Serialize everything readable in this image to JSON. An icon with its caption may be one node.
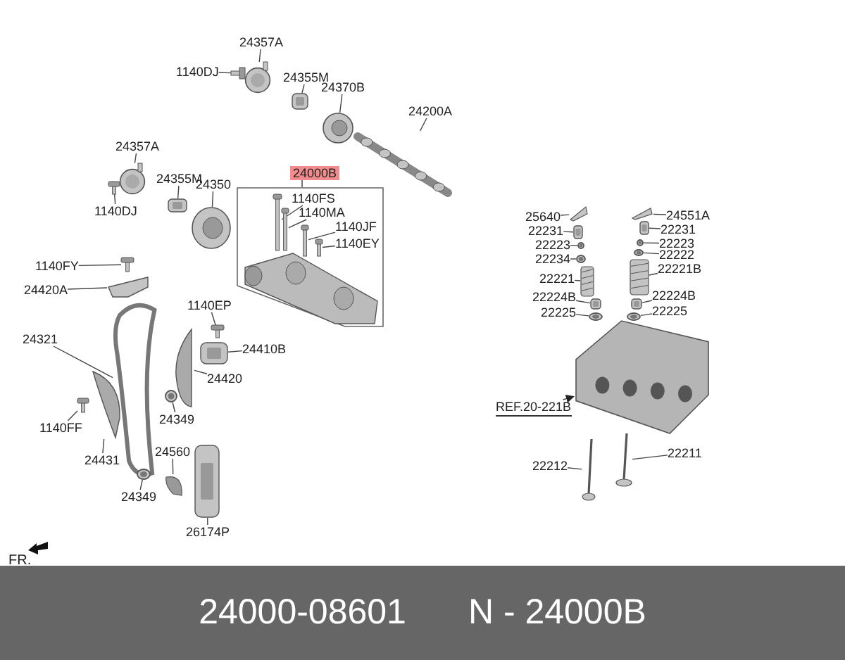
{
  "diagram": {
    "nodes": [
      {
        "text": [
          "24357A"
        ]
      },
      {
        "text": [],
        "shape": "picture"
      },
      {
        "text": [
          "1140DJ"
        ]
      },
      {
        "text": [],
        "shape": "picture"
      },
      {
        "text": [
          "24355M"
        ]
      },
      {
        "text": [],
        "shape": "box"
      },
      {
        "text": [
          "24370B"
        ]
      },
      {
        "text": [],
        "shape": "picture"
      },
      {
        "text": [
          "24200A"
        ]
      },
      {
        "text": [],
        "shape": "picture"
      },
      {
        "text": [
          "24357A"
        ]
      },
      {
        "text": [],
        "shape": "picture"
      },
      {
        "text": [
          "1140DJ"
        ]
      },
      {
        "text": [],
        "shape": "picture"
      },
      {
        "text": [
          "24355M"
        ]
      },
      {
        "text": [],
        "shape": "box"
      },
      {
        "text": [
          "24350"
        ]
      },
      {
        "text": [],
        "shape": "picture"
      },
      {
        "text": [
          "24000B"
        ]
      },
      {
        "text": [
          "1140FS"
        ],
        "in": 18
      },
      {
        "text": [],
        "shape": "picture",
        "in": 18
      },
      {
        "text": [
          "1140MA"
        ],
        "in": 18
      },
      {
        "text": [],
        "shape": "picture",
        "in": 18
      },
      {
        "text": [
          "1140JF"
        ],
        "in": 18
      },
      {
        "text": [],
        "shape": "picture",
        "in": 18
      },
      {
        "text": [
          "1140EY"
        ],
        "in": 18
      },
      {
        "text": [],
        "shape": "picture",
        "in": 18
      },
      {
        "text": [
          "1140FY"
        ]
      },
      {
        "text": [],
        "shape": "picture"
      },
      {
        "text": [
          "24420A"
        ]
      },
      {
        "text": [],
        "shape": "picture"
      },
      {
        "text": [
          "24321"
        ]
      },
      {
        "text": [],
        "shape": "picture"
      },
      {
        "text": [
          "1140EP"
        ]
      },
      {
        "text": [],
        "shape": "picture"
      },
      {
        "text": [
          "24410B"
        ]
      },
      {
        "text": [],
        "shape": "box"
      },
      {
        "text": [
          "24420"
        ]
      },
      {
        "text": [],
        "shape": "picture"
      },
      {
        "text": [
          "24349"
        ]
      },
      {
        "text": [],
        "shape": "circle"
      },
      {
        "text": [
          "1140FF"
        ]
      },
      {
        "text": [],
        "shape": "picture"
      },
      {
        "text": [
          "24431"
        ]
      },
      {
        "text": [],
        "shape": "picture"
      },
      {
        "text": [
          "24560"
        ]
      },
      {
        "text": [],
        "shape": "picture"
      },
      {
        "text": [
          "24349"
        ]
      },
      {
        "text": [],
        "shape": "circle"
      },
      {
        "text": [
          "26174P"
        ]
      },
      {
        "text": [],
        "shape": "box"
      },
      {
        "text": [
          "25640"
        ]
      },
      {
        "text": [],
        "shape": "picture"
      },
      {
        "text": [
          "22231"
        ]
      },
      {
        "text": [],
        "shape": "box"
      },
      {
        "text": [
          "22223"
        ]
      },
      {
        "text": [],
        "shape": "circle"
      },
      {
        "text": [
          "22234"
        ]
      },
      {
        "text": [],
        "shape": "circle"
      },
      {
        "text": [
          "22221"
        ]
      },
      {
        "text": [],
        "shape": "picture"
      },
      {
        "text": [
          "22224B"
        ]
      },
      {
        "text": [],
        "shape": "box"
      },
      {
        "text": [
          "22225"
        ]
      },
      {
        "text": [],
        "shape": "circle"
      },
      {
        "text": [
          "24551A"
        ]
      },
      {
        "text": [],
        "shape": "picture"
      },
      {
        "text": [
          "22231"
        ]
      },
      {
        "text": [],
        "shape": "box"
      },
      {
        "text": [
          "22223"
        ]
      },
      {
        "text": [],
        "shape": "circle"
      },
      {
        "text": [
          "22222"
        ]
      },
      {
        "text": [],
        "shape": "circle"
      },
      {
        "text": [
          "22221B"
        ]
      },
      {
        "text": [],
        "shape": "picture"
      },
      {
        "text": [
          "22224B"
        ]
      },
      {
        "text": [],
        "shape": "box"
      },
      {
        "text": [
          "22225"
        ]
      },
      {
        "text": [],
        "shape": "circle"
      },
      {
        "text": [
          "REF.20-221B"
        ]
      },
      {
        "text": [],
        "shape": "picture"
      },
      {
        "text": [
          "22212"
        ]
      },
      {
        "text": [],
        "shape": "picture"
      },
      {
        "text": [
          "22211"
        ]
      },
      {
        "text": [],
        "shape": "picture"
      }
    ],
    "edges": [
      {
        "from": 0,
        "to": 1,
        "arrow": "none"
      },
      {
        "from": 2,
        "to": 3,
        "arrow": "none"
      },
      {
        "from": 4,
        "to": 5,
        "arrow": "none"
      },
      {
        "from": 6,
        "to": 7,
        "arrow": "none"
      },
      {
        "from": 8,
        "to": 9,
        "arrow": "none"
      },
      {
        "from": 10,
        "to": 11,
        "arrow": "none"
      },
      {
        "from": 12,
        "to": 13,
        "arrow": "none"
      },
      {
        "from": 14,
        "to": 15,
        "arrow": "none"
      },
      {
        "from": 16,
        "to": 17,
        "arrow": "none"
      },
      {
        "from": 19,
        "to": 20,
        "arrow": "none"
      },
      {
        "from": 21,
        "to": 22,
        "arrow": "none"
      },
      {
        "from": 23,
        "to": 24,
        "arrow": "none"
      },
      {
        "from": 25,
        "to": 26,
        "arrow": "none"
      },
      {
        "from": 27,
        "to": 28,
        "arrow": "none"
      },
      {
        "from": 29,
        "to": 30,
        "arrow": "none"
      },
      {
        "from": 31,
        "to": 32,
        "arrow": "none"
      },
      {
        "from": 33,
        "to": 34,
        "arrow": "none"
      },
      {
        "from": 35,
        "to": 36,
        "arrow": "none"
      },
      {
        "from": 37,
        "to": 38,
        "arrow": "none"
      },
      {
        "from": 39,
        "to": 40,
        "arrow": "none"
      },
      {
        "from": 41,
        "to": 42,
        "arrow": "none"
      },
      {
        "from": 43,
        "to": 44,
        "arrow": "none"
      },
      {
        "from": 45,
        "to": 46,
        "arrow": "none"
      },
      {
        "from": 47,
        "to": 48,
        "arrow": "none"
      },
      {
        "from": 49,
        "to": 50,
        "arrow": "none"
      },
      {
        "from": 51,
        "to": 52,
        "arrow": "none"
      },
      {
        "from": 53,
        "to": 54,
        "arrow": "none"
      },
      {
        "from": 55,
        "to": 56,
        "arrow": "none"
      },
      {
        "from": 57,
        "to": 58,
        "arrow": "none"
      },
      {
        "from": 59,
        "to": 60,
        "arrow": "none"
      },
      {
        "from": 61,
        "to": 62,
        "arrow": "none"
      },
      {
        "from": 63,
        "to": 64,
        "arrow": "none"
      },
      {
        "from": 65,
        "to": 66,
        "arrow": "none"
      },
      {
        "from": 67,
        "to": 68,
        "arrow": "none"
      },
      {
        "from": 69,
        "to": 70,
        "arrow": "none"
      },
      {
        "from": 71,
        "to": 72,
        "arrow": "none"
      },
      {
        "from": 73,
        "to": 74,
        "arrow": "none"
      },
      {
        "from": 75,
        "to": 76,
        "arrow": "none"
      },
      {
        "from": 77,
        "to": 78,
        "arrow": "none"
      },
      {
        "from": 79,
        "to": 80,
        "arrow": "to"
      },
      {
        "from": 81,
        "to": 82,
        "arrow": "none"
      },
      {
        "from": 83,
        "to": 84,
        "arrow": "none"
      }
    ],
    "labels": [
      "FR.",
      "24000-08601",
      "N - 24000B"
    ]
  }
}
